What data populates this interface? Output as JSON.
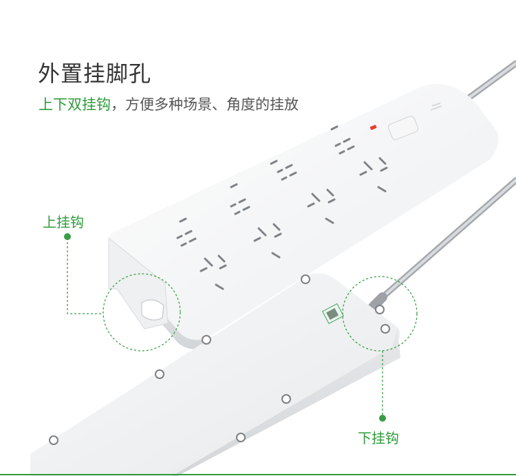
{
  "heading": {
    "title": "外置挂脚孔",
    "subtitle_highlight": "上下双挂钩",
    "subtitle_rest": "，方便多种场景、角度的挂放"
  },
  "callouts": {
    "top_hook": "上挂钩",
    "bottom_hook": "下挂钩"
  },
  "colors": {
    "accent_green": "#2e9b3a",
    "product_white": "#f4f5f6",
    "cable_gray": "#b9bcc0"
  }
}
